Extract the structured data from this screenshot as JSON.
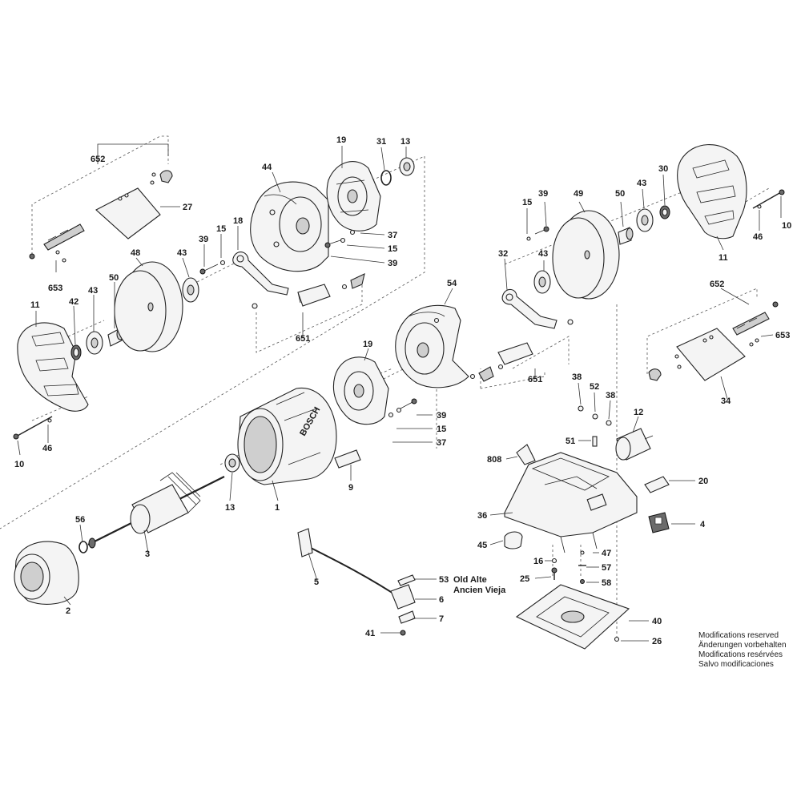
{
  "labels": {
    "p652a": "652",
    "p27": "27",
    "p653a": "653",
    "p44": "44",
    "p19a": "19",
    "p31": "31",
    "p13a": "13",
    "p18": "18",
    "p15a": "15",
    "p39a": "39",
    "p43a": "43",
    "p48": "48",
    "p50a": "50",
    "p11a": "11",
    "p42": "42",
    "p43b": "43",
    "p37a": "37",
    "p15b": "15",
    "p39b": "39",
    "p651a": "651",
    "p10a": "10",
    "p46a": "46",
    "p15c": "15",
    "p39c": "39",
    "p49": "49",
    "p50b": "50",
    "p43c": "43",
    "p30": "30",
    "p10b": "10",
    "p46b": "46",
    "p11b": "11",
    "p32": "32",
    "p43d": "43",
    "p54": "54",
    "p652b": "652",
    "p653b": "653",
    "p34": "34",
    "p19b": "19",
    "p39d": "39",
    "p15d": "15",
    "p37b": "37",
    "p651b": "651",
    "p38a": "38",
    "p52": "52",
    "p38b": "38",
    "p12": "12",
    "p51": "51",
    "p808": "808",
    "p20": "20",
    "p36": "36",
    "p4": "4",
    "p45": "45",
    "p16": "16",
    "p47": "47",
    "p25": "25",
    "p57": "57",
    "p58": "58",
    "p40": "40",
    "p26": "26",
    "p9": "9",
    "p1": "1",
    "p13b": "13",
    "p56": "56",
    "p3": "3",
    "p2": "2",
    "p5": "5",
    "p53": "53",
    "p6": "6",
    "p7": "7",
    "p41": "41"
  },
  "old_note": {
    "line1": "Old Alte",
    "line2": "Ancien Vieja"
  },
  "housing_brand": "BOSCH",
  "modifications": {
    "en": "Modifications reserved",
    "de": "Änderungen vorbehalten",
    "fr": "Modifications resérvées",
    "es": "Salvo modificaciones"
  }
}
